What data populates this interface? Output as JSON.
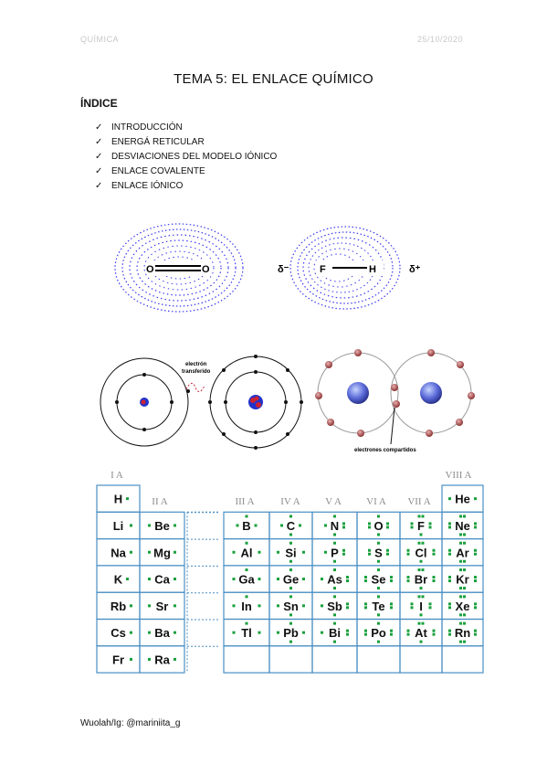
{
  "header": {
    "left": "QUÍMICA",
    "right": "25/10/2020"
  },
  "title": "TEMA 5: EL ENLACE QUÍMICO",
  "index": {
    "heading": "ÍNDICE",
    "items": [
      "INTRODUCCIÓN",
      "ENERGÁ RETICULAR",
      "DESVIACIONES DEL MODELO IÓNICO",
      "ENLACE COVALENTE",
      "ENLACE IÓNICO"
    ]
  },
  "figure1": {
    "left_atoms": [
      "O",
      "O"
    ],
    "right_atoms": [
      "F",
      "H"
    ],
    "delta_minus": "δ⁻",
    "delta_plus": "δ⁺"
  },
  "figure2": {
    "transfer_label_line1": "electrón",
    "transfer_label_line2": "transferido",
    "shared_label": "electrones compartidos"
  },
  "table": {
    "group_labels": [
      "I A",
      "II A",
      "III A",
      "IV A",
      "V A",
      "VI A",
      "VII A",
      "VIII A"
    ],
    "rows": [
      [
        "H",
        "",
        "",
        "",
        "",
        "",
        "",
        "He"
      ],
      [
        "Li",
        "Be",
        "B",
        "C",
        "N",
        "O",
        "F",
        "Ne"
      ],
      [
        "Na",
        "Mg",
        "Al",
        "Si",
        "P",
        "S",
        "Cl",
        "Ar"
      ],
      [
        "K",
        "Ca",
        "Ga",
        "Ge",
        "As",
        "Se",
        "Br",
        "Kr"
      ],
      [
        "Rb",
        "Sr",
        "In",
        "Sn",
        "Sb",
        "Te",
        "I",
        "Xe"
      ],
      [
        "Cs",
        "Ba",
        "Tl",
        "Pb",
        "Bi",
        "Po",
        "At",
        "Rn"
      ],
      [
        "Fr",
        "Ra",
        "",
        "",
        "",
        "",
        "",
        ""
      ]
    ],
    "dot_color": "#19a03c",
    "border_color": "#4a8fc4"
  },
  "footer": "Wuolah/Ig: @mariniita_g"
}
